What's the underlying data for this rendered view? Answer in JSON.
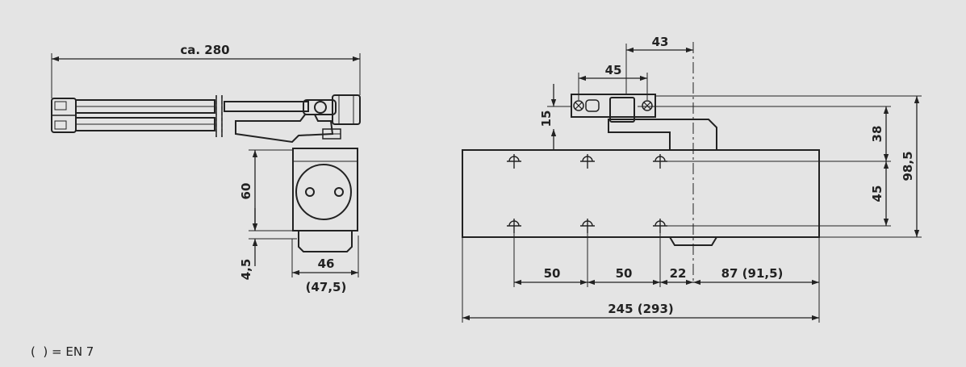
{
  "colors": {
    "background": "#e4e4e4",
    "part_fill": "#f2f2f2",
    "line": "#222222"
  },
  "side_view": {
    "overall_length": "ca. 280",
    "body_height": "60",
    "foot_height": "4,5",
    "width": "46",
    "width_en7": "(47,5)"
  },
  "front_view": {
    "bracket_width": "45",
    "bracket_offset": "43",
    "bracket_height": "15",
    "axis_to_fixing": "38",
    "fixing_spacing_vertical": "45",
    "total_height": "98,5",
    "hole_spacing_1": "50",
    "hole_spacing_2": "50",
    "axis_offset": "22",
    "axis_to_end": "87 (91,5)",
    "overall_length": "245 (293)"
  },
  "footnote": "(  ) = EN 7"
}
